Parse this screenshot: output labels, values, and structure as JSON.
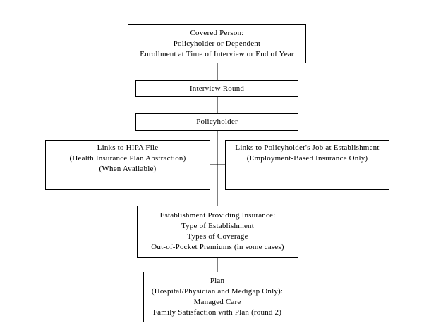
{
  "nodes": {
    "covered_person": {
      "lines": [
        "Covered Person:",
        "Policyholder or Dependent",
        "Enrollment at Time of Interview or End of Year"
      ]
    },
    "interview_round": {
      "lines": [
        "Interview Round"
      ]
    },
    "policyholder": {
      "lines": [
        "Policyholder"
      ]
    },
    "hipa_links": {
      "lines": [
        "Links to HIPA File",
        "(Health Insurance Plan Abstraction)",
        "(When Available)"
      ]
    },
    "job_links": {
      "lines": [
        "Links to Policyholder's Job at Establishment",
        "(Employment-Based Insurance Only)"
      ]
    },
    "establishment": {
      "lines": [
        "Establishment Providing Insurance:",
        "Type of Establishment",
        "Types of Coverage",
        "Out-of-Pocket Premiums (in some cases)"
      ]
    },
    "plan": {
      "lines": [
        "Plan",
        "(Hospital/Physician and Medigap Only):",
        "Managed Care",
        "Family Satisfaction with Plan (round 2)"
      ]
    }
  }
}
